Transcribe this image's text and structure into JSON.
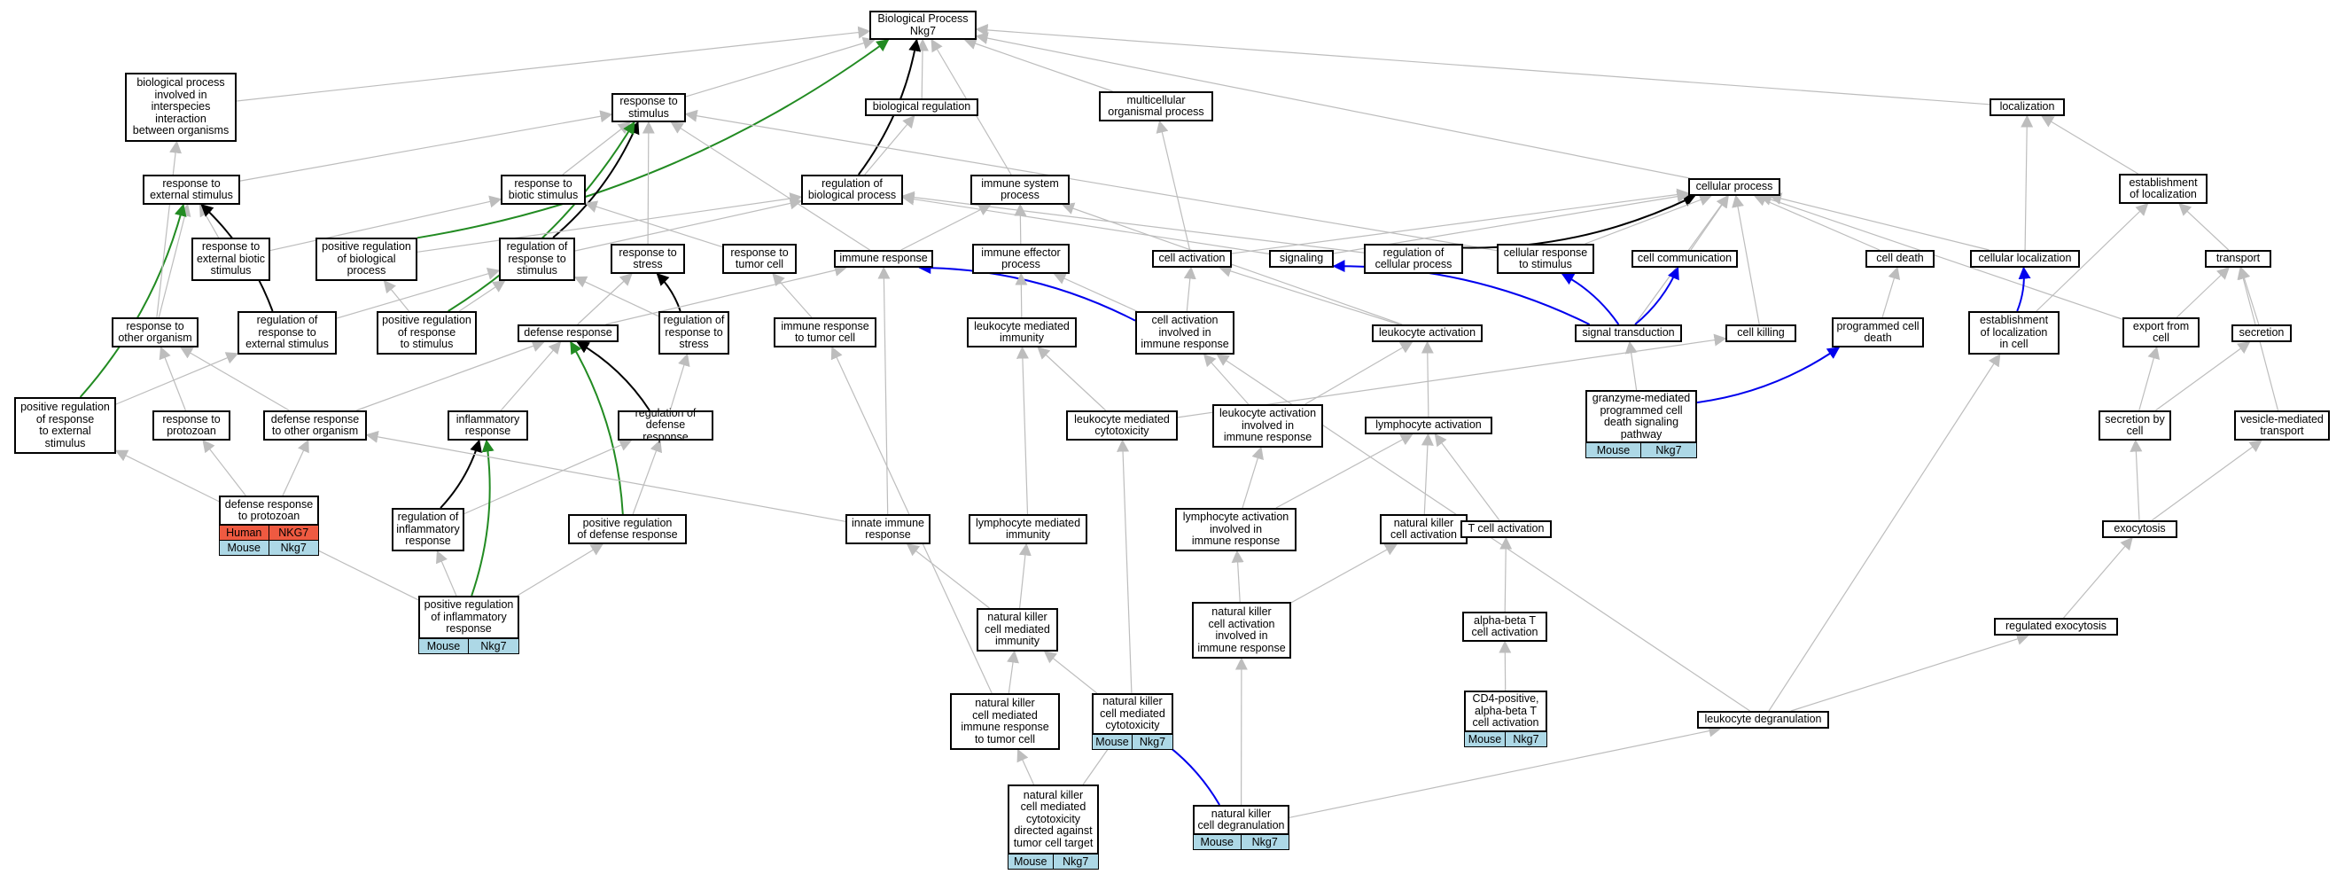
{
  "colors": {
    "edge_gray": "#bdbdbd",
    "edge_black": "#000000",
    "edge_green": "#228b22",
    "edge_blue": "#0000ee",
    "mouse_fill": "#add8e6",
    "human_fill": "#ef5a41"
  },
  "nodes": [
    {
      "id": "bp",
      "text": "Biological Process\nNkg7"
    },
    {
      "id": "interspecies",
      "text": "biological process\ninvolved in\ninterspecies\ninteraction\nbetween organisms"
    },
    {
      "id": "resp_stim",
      "text": "response to\nstimulus"
    },
    {
      "id": "bio_reg",
      "text": "biological regulation"
    },
    {
      "id": "multicell",
      "text": "multicellular\norganismal process"
    },
    {
      "id": "localization",
      "text": "localization"
    },
    {
      "id": "resp_ext",
      "text": "response to\nexternal stimulus"
    },
    {
      "id": "resp_biotic",
      "text": "response to\nbiotic stimulus"
    },
    {
      "id": "reg_bp",
      "text": "regulation of\nbiological process"
    },
    {
      "id": "immune_sys",
      "text": "immune system\nprocess"
    },
    {
      "id": "cell_proc",
      "text": "cellular process"
    },
    {
      "id": "estab_loc",
      "text": "establishment\nof localization"
    },
    {
      "id": "resp_ext_biotic",
      "text": "response to\nexternal biotic\nstimulus"
    },
    {
      "id": "pos_reg_bp",
      "text": "positive regulation\nof biological\nprocess"
    },
    {
      "id": "reg_resp_stim",
      "text": "regulation of\nresponse to\nstimulus"
    },
    {
      "id": "resp_stress",
      "text": "response to\nstress"
    },
    {
      "id": "resp_tumor",
      "text": "response to\ntumor cell"
    },
    {
      "id": "immune_resp",
      "text": "immune response"
    },
    {
      "id": "imm_eff",
      "text": "immune effector\nprocess"
    },
    {
      "id": "cell_act",
      "text": "cell activation"
    },
    {
      "id": "signaling",
      "text": "signaling"
    },
    {
      "id": "reg_cell_proc",
      "text": "regulation of\ncellular process"
    },
    {
      "id": "cell_resp_stim",
      "text": "cellular response\nto stimulus"
    },
    {
      "id": "cell_comm",
      "text": "cell communication"
    },
    {
      "id": "cell_death",
      "text": "cell death"
    },
    {
      "id": "cell_loc",
      "text": "cellular localization"
    },
    {
      "id": "transport",
      "text": "transport"
    },
    {
      "id": "resp_other",
      "text": "response to\nother organism"
    },
    {
      "id": "reg_resp_ext",
      "text": "regulation of\nresponse to\nexternal stimulus"
    },
    {
      "id": "pos_reg_resp_stim",
      "text": "positive regulation\nof response\nto stimulus"
    },
    {
      "id": "defense",
      "text": "defense response"
    },
    {
      "id": "reg_resp_stress",
      "text": "regulation of\nresponse to\nstress"
    },
    {
      "id": "imm_resp_tumor",
      "text": "immune response\nto tumor cell"
    },
    {
      "id": "leuk_med_imm",
      "text": "leukocyte mediated\nimmunity"
    },
    {
      "id": "cell_act_imm",
      "text": "cell activation\ninvolved in\nimmune response"
    },
    {
      "id": "leuk_act",
      "text": "leukocyte activation"
    },
    {
      "id": "signal_trans",
      "text": "signal transduction"
    },
    {
      "id": "cell_killing",
      "text": "cell killing"
    },
    {
      "id": "prog_death",
      "text": "programmed cell\ndeath"
    },
    {
      "id": "estab_loc_cell",
      "text": "establishment\nof localization\nin cell"
    },
    {
      "id": "export",
      "text": "export from\ncell"
    },
    {
      "id": "secretion",
      "text": "secretion"
    },
    {
      "id": "pos_reg_resp_ext",
      "text": "positive regulation\nof response\nto external\nstimulus"
    },
    {
      "id": "resp_protozoan",
      "text": "response to\nprotozoan"
    },
    {
      "id": "def_other",
      "text": "defense response\nto other organism"
    },
    {
      "id": "inflam",
      "text": "inflammatory\nresponse"
    },
    {
      "id": "reg_def",
      "text": "regulation of\ndefense response"
    },
    {
      "id": "leuk_cytotox",
      "text": "leukocyte mediated\ncytotoxicity"
    },
    {
      "id": "leuk_act_imm",
      "text": "leukocyte activation\ninvolved in\nimmune response"
    },
    {
      "id": "lymph_act",
      "text": "lymphocyte activation"
    },
    {
      "id": "granzyme",
      "text": "granzyme-mediated\nprogrammed cell\ndeath signaling\npathway",
      "anno": [
        [
          "Mouse",
          "Nkg7"
        ]
      ]
    },
    {
      "id": "sec_by_cell",
      "text": "secretion by\ncell"
    },
    {
      "id": "vesicle",
      "text": "vesicle-mediated\ntransport"
    },
    {
      "id": "def_protozoan",
      "text": "defense response\nto protozoan",
      "anno": [
        [
          "Human",
          "NKG7"
        ],
        [
          "Mouse",
          "Nkg7"
        ]
      ]
    },
    {
      "id": "reg_inflam",
      "text": "regulation of\ninflammatory\nresponse"
    },
    {
      "id": "pos_reg_def",
      "text": "positive regulation\nof defense response"
    },
    {
      "id": "innate",
      "text": "innate immune\nresponse"
    },
    {
      "id": "lymph_med_imm",
      "text": "lymphocyte mediated\nimmunity"
    },
    {
      "id": "lymph_act_imm",
      "text": "lymphocyte activation\ninvolved in\nimmune response"
    },
    {
      "id": "nk_act",
      "text": "natural killer\ncell activation"
    },
    {
      "id": "t_act",
      "text": "T cell activation"
    },
    {
      "id": "exocytosis",
      "text": "exocytosis"
    },
    {
      "id": "pos_reg_inflam",
      "text": "positive regulation\nof inflammatory\nresponse",
      "anno": [
        [
          "Mouse",
          "Nkg7"
        ]
      ]
    },
    {
      "id": "nk_med_imm",
      "text": "natural killer\ncell mediated\nimmunity"
    },
    {
      "id": "nk_act_imm",
      "text": "natural killer\ncell activation\ninvolved in\nimmune response"
    },
    {
      "id": "ab_t_act",
      "text": "alpha-beta T\ncell activation"
    },
    {
      "id": "reg_exo",
      "text": "regulated exocytosis"
    },
    {
      "id": "nk_imm_tumor",
      "text": "natural killer\ncell mediated\nimmune response\nto tumor cell"
    },
    {
      "id": "nk_cytotox",
      "text": "natural killer\ncell mediated\ncytotoxicity",
      "anno": [
        [
          "Mouse",
          "Nkg7"
        ]
      ]
    },
    {
      "id": "cd4",
      "text": "CD4-positive,\nalpha-beta T\ncell activation",
      "anno": [
        [
          "Mouse",
          "Nkg7"
        ]
      ]
    },
    {
      "id": "leuk_degran",
      "text": "leukocyte degranulation"
    },
    {
      "id": "nk_cytotox_tumor",
      "text": "natural killer\ncell mediated\ncytotoxicity\ndirected against\ntumor cell target",
      "anno": [
        [
          "Mouse",
          "Nkg7"
        ]
      ]
    },
    {
      "id": "nk_degran",
      "text": "natural killer\ncell degranulation",
      "anno": [
        [
          "Mouse",
          "Nkg7"
        ]
      ]
    }
  ],
  "edges": [
    [
      "interspecies",
      "bp",
      "gray"
    ],
    [
      "resp_stim",
      "bp",
      "gray"
    ],
    [
      "bio_reg",
      "bp",
      "gray"
    ],
    [
      "multicell",
      "bp",
      "gray"
    ],
    [
      "localization",
      "bp",
      "gray"
    ],
    [
      "immune_sys",
      "bp",
      "gray"
    ],
    [
      "cell_proc",
      "bp",
      "gray"
    ],
    [
      "reg_bp",
      "bp",
      "black"
    ],
    [
      "pos_reg_bp",
      "bp",
      "green"
    ],
    [
      "resp_ext",
      "resp_stim",
      "gray"
    ],
    [
      "resp_biotic",
      "resp_stim",
      "gray"
    ],
    [
      "resp_stress",
      "resp_stim",
      "gray"
    ],
    [
      "immune_resp",
      "resp_stim",
      "gray"
    ],
    [
      "cell_resp_stim",
      "resp_stim",
      "gray"
    ],
    [
      "reg_resp_stim",
      "resp_stim",
      "black"
    ],
    [
      "pos_reg_resp_stim",
      "resp_stim",
      "green"
    ],
    [
      "reg_bp",
      "bio_reg",
      "gray"
    ],
    [
      "resp_ext_biotic",
      "resp_ext",
      "gray"
    ],
    [
      "resp_other",
      "resp_ext",
      "gray"
    ],
    [
      "reg_resp_ext",
      "resp_ext",
      "black"
    ],
    [
      "pos_reg_resp_ext",
      "resp_ext",
      "green"
    ],
    [
      "resp_ext_biotic",
      "resp_biotic",
      "gray"
    ],
    [
      "resp_tumor",
      "resp_biotic",
      "gray"
    ],
    [
      "resp_other",
      "interspecies",
      "gray"
    ],
    [
      "pos_reg_bp",
      "reg_bp",
      "gray"
    ],
    [
      "reg_resp_stim",
      "reg_bp",
      "gray"
    ],
    [
      "reg_cell_proc",
      "reg_bp",
      "gray"
    ],
    [
      "signaling",
      "reg_bp",
      "gray"
    ],
    [
      "immune_resp",
      "immune_sys",
      "gray"
    ],
    [
      "imm_eff",
      "immune_sys",
      "gray"
    ],
    [
      "leuk_act",
      "immune_sys",
      "gray"
    ],
    [
      "cell_act",
      "multicell",
      "gray"
    ],
    [
      "reg_cell_proc",
      "cell_proc",
      "black"
    ],
    [
      "cell_act",
      "cell_proc",
      "gray"
    ],
    [
      "signaling",
      "cell_proc",
      "gray"
    ],
    [
      "cell_resp_stim",
      "cell_proc",
      "gray"
    ],
    [
      "cell_comm",
      "cell_proc",
      "gray"
    ],
    [
      "cell_death",
      "cell_proc",
      "gray"
    ],
    [
      "cell_loc",
      "cell_proc",
      "gray"
    ],
    [
      "cell_killing",
      "cell_proc",
      "gray"
    ],
    [
      "signal_trans",
      "cell_proc",
      "gray"
    ],
    [
      "export",
      "cell_proc",
      "gray"
    ],
    [
      "estab_loc",
      "localization",
      "gray"
    ],
    [
      "cell_loc",
      "localization",
      "gray"
    ],
    [
      "transport",
      "estab_loc",
      "gray"
    ],
    [
      "estab_loc_cell",
      "estab_loc",
      "gray"
    ],
    [
      "pos_reg_resp_stim",
      "pos_reg_bp",
      "gray"
    ],
    [
      "reg_resp_ext",
      "reg_resp_stim",
      "gray"
    ],
    [
      "pos_reg_resp_stim",
      "reg_resp_stim",
      "gray"
    ],
    [
      "reg_resp_stress",
      "reg_resp_stim",
      "gray"
    ],
    [
      "defense",
      "resp_stress",
      "gray"
    ],
    [
      "reg_resp_stress",
      "resp_stress",
      "black"
    ],
    [
      "imm_resp_tumor",
      "resp_tumor",
      "gray"
    ],
    [
      "defense",
      "immune_resp",
      "gray"
    ],
    [
      "innate",
      "immune_resp",
      "gray"
    ],
    [
      "cell_act_imm",
      "immune_resp",
      "blue"
    ],
    [
      "leuk_med_imm",
      "imm_eff",
      "gray"
    ],
    [
      "cell_act_imm",
      "imm_eff",
      "gray"
    ],
    [
      "leuk_act",
      "cell_act",
      "gray"
    ],
    [
      "cell_act_imm",
      "cell_act",
      "gray"
    ],
    [
      "signal_trans",
      "signaling",
      "blue"
    ],
    [
      "signal_trans",
      "cell_resp_stim",
      "blue"
    ],
    [
      "signal_trans",
      "cell_comm",
      "blue"
    ],
    [
      "prog_death",
      "cell_death",
      "gray"
    ],
    [
      "estab_loc_cell",
      "cell_loc",
      "blue"
    ],
    [
      "export",
      "transport",
      "gray"
    ],
    [
      "secretion",
      "transport",
      "gray"
    ],
    [
      "vesicle",
      "transport",
      "gray"
    ],
    [
      "def_other",
      "resp_other",
      "gray"
    ],
    [
      "resp_protozoan",
      "resp_other",
      "gray"
    ],
    [
      "pos_reg_resp_ext",
      "reg_resp_ext",
      "gray"
    ],
    [
      "reg_def",
      "defense",
      "black"
    ],
    [
      "inflam",
      "defense",
      "gray"
    ],
    [
      "def_other",
      "defense",
      "gray"
    ],
    [
      "pos_reg_def",
      "defense",
      "green"
    ],
    [
      "reg_def",
      "reg_resp_stress",
      "gray"
    ],
    [
      "reg_inflam",
      "reg_def",
      "gray"
    ],
    [
      "pos_reg_def",
      "reg_def",
      "gray"
    ],
    [
      "reg_inflam",
      "inflam",
      "black"
    ],
    [
      "pos_reg_inflam",
      "inflam",
      "green"
    ],
    [
      "def_protozoan",
      "def_other",
      "gray"
    ],
    [
      "def_protozoan",
      "resp_protozoan",
      "gray"
    ],
    [
      "pos_reg_inflam",
      "pos_reg_resp_ext",
      "gray"
    ],
    [
      "pos_reg_inflam",
      "reg_inflam",
      "gray"
    ],
    [
      "pos_reg_inflam",
      "pos_reg_def",
      "gray"
    ],
    [
      "leuk_cytotox",
      "leuk_med_imm",
      "gray"
    ],
    [
      "leuk_cytotox",
      "cell_killing",
      "gray"
    ],
    [
      "leuk_act_imm",
      "cell_act_imm",
      "gray"
    ],
    [
      "leuk_act_imm",
      "leuk_act",
      "gray"
    ],
    [
      "lymph_act",
      "leuk_act",
      "gray"
    ],
    [
      "lymph_act_imm",
      "leuk_act_imm",
      "gray"
    ],
    [
      "lymph_act_imm",
      "lymph_act",
      "gray"
    ],
    [
      "nk_act",
      "lymph_act",
      "gray"
    ],
    [
      "t_act",
      "lymph_act",
      "gray"
    ],
    [
      "granzyme",
      "signal_trans",
      "gray"
    ],
    [
      "granzyme",
      "prog_death",
      "blue"
    ],
    [
      "sec_by_cell",
      "secretion",
      "gray"
    ],
    [
      "sec_by_cell",
      "export",
      "gray"
    ],
    [
      "exocytosis",
      "sec_by_cell",
      "gray"
    ],
    [
      "exocytosis",
      "vesicle",
      "gray"
    ],
    [
      "reg_exo",
      "exocytosis",
      "gray"
    ],
    [
      "innate",
      "def_other",
      "gray"
    ],
    [
      "lymph_med_imm",
      "leuk_med_imm",
      "gray"
    ],
    [
      "nk_med_imm",
      "lymph_med_imm",
      "gray"
    ],
    [
      "nk_med_imm",
      "innate",
      "gray"
    ],
    [
      "nk_act_imm",
      "lymph_act_imm",
      "gray"
    ],
    [
      "nk_act_imm",
      "nk_act",
      "gray"
    ],
    [
      "ab_t_act",
      "t_act",
      "gray"
    ],
    [
      "cd4",
      "ab_t_act",
      "gray"
    ],
    [
      "nk_imm_tumor",
      "nk_med_imm",
      "gray"
    ],
    [
      "nk_imm_tumor",
      "imm_resp_tumor",
      "gray"
    ],
    [
      "nk_cytotox",
      "nk_med_imm",
      "gray"
    ],
    [
      "nk_cytotox",
      "leuk_cytotox",
      "gray"
    ],
    [
      "nk_cytotox_tumor",
      "nk_cytotox",
      "gray"
    ],
    [
      "nk_cytotox_tumor",
      "nk_imm_tumor",
      "gray"
    ],
    [
      "leuk_degran",
      "reg_exo",
      "gray"
    ],
    [
      "leuk_degran",
      "estab_loc_cell",
      "gray"
    ],
    [
      "leuk_degran",
      "cell_act_imm",
      "gray"
    ],
    [
      "nk_degran",
      "leuk_degran",
      "gray"
    ],
    [
      "nk_degran",
      "nk_act_imm",
      "gray"
    ],
    [
      "nk_degran",
      "nk_cytotox",
      "blue"
    ]
  ]
}
